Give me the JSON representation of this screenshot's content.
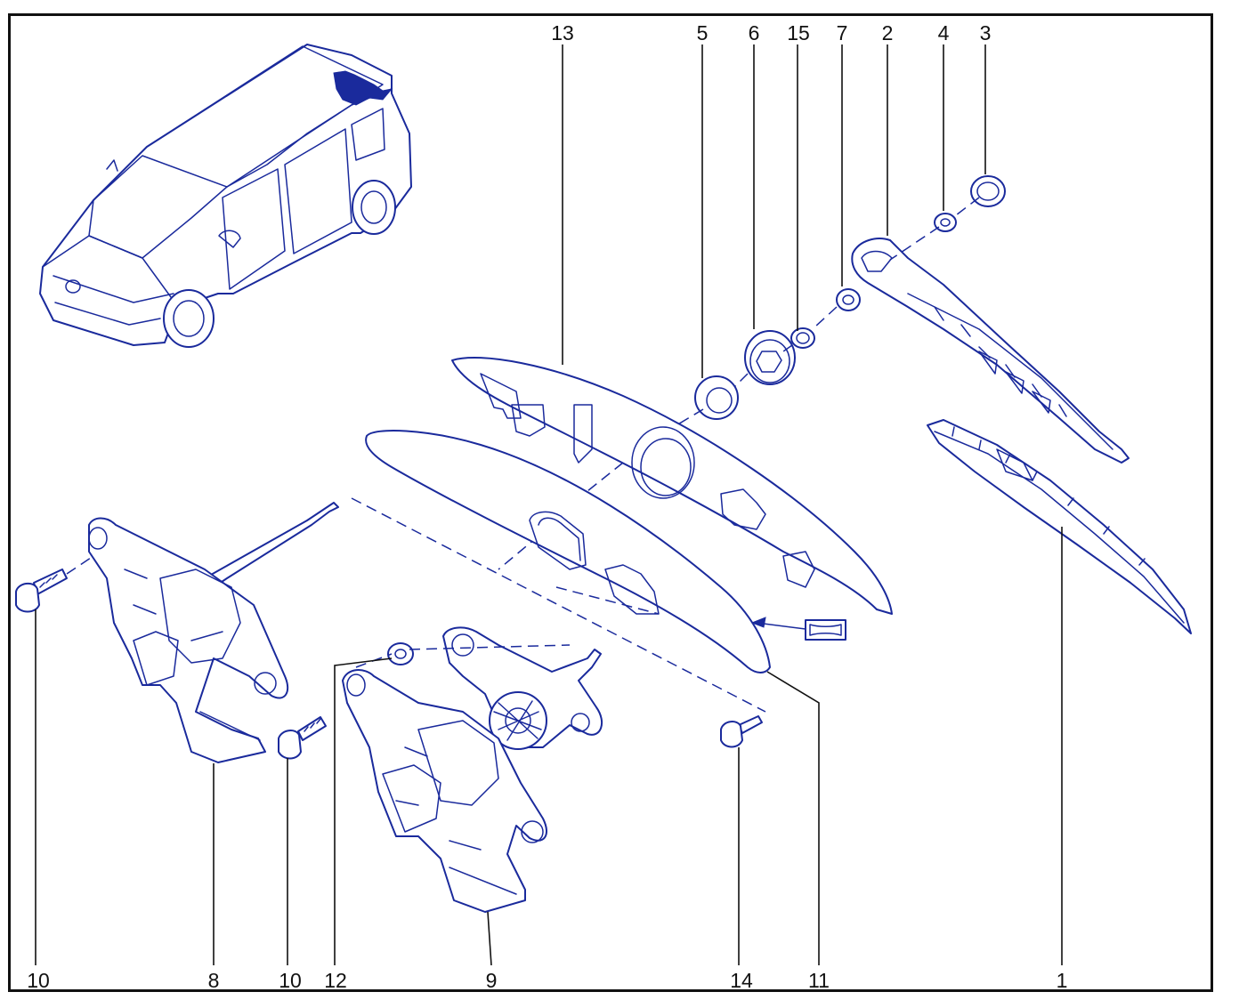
{
  "diagram": {
    "callouts": [
      "13",
      "5",
      "6",
      "15",
      "7",
      "2",
      "4",
      "3",
      "10",
      "8",
      "10",
      "12",
      "9",
      "14",
      "11",
      "1"
    ],
    "line_color": "#1a2a9c",
    "text_color": "#111111"
  }
}
